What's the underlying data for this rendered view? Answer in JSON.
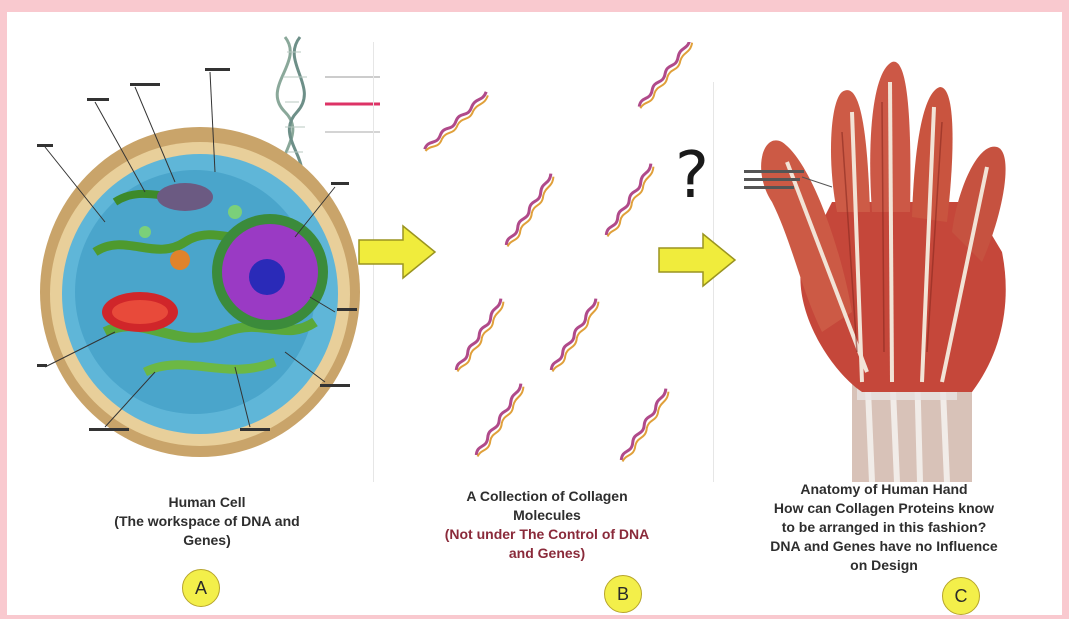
{
  "panels": [
    {
      "id": "A",
      "caption_lines": [
        "Human Cell",
        "(The workspace of DNA and",
        "Genes)"
      ],
      "badge": "A"
    },
    {
      "id": "B",
      "caption_lines": [
        "A Collection of Collagen",
        "Molecules"
      ],
      "caption_red_lines": [
        "(Not under The Control of DNA",
        "and Genes)"
      ],
      "badge": "B"
    },
    {
      "id": "C",
      "caption_lines": [
        "Anatomy of Human Hand",
        "How can Collagen Proteins know",
        "to be arranged in this fashion?",
        "DNA and Genes have no Influence",
        "on Design"
      ],
      "badge": "C"
    }
  ],
  "question_mark": "?",
  "colors": {
    "frame": "#f9c9cf",
    "arrow": "#f0ec3c",
    "badge": "#f3ef4a",
    "caption_red": "#8a2a3a"
  },
  "icons": [
    "cell-illustration",
    "collagen-molecule",
    "hand-anatomy-illustration",
    "right-arrow-icon"
  ]
}
